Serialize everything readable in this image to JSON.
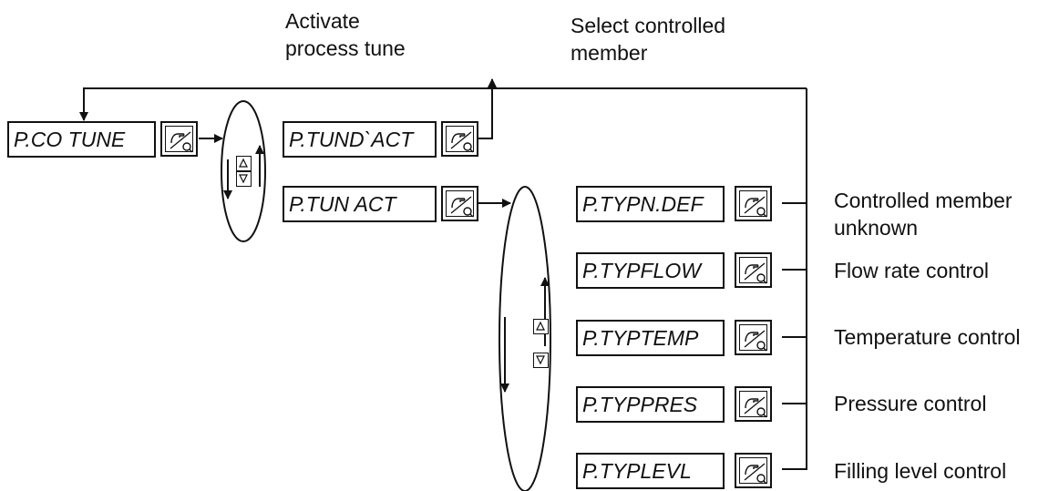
{
  "headings": {
    "activate": [
      "Activate",
      "process tune"
    ],
    "select": [
      "Select controlled",
      "member"
    ]
  },
  "displays": {
    "main": "P.CO TUNE",
    "tune_deact": "P.TUND`ACT",
    "tune_act": "P.TUN ACT",
    "types": [
      "P.TYPN.DEF",
      "P.TYPFLOW",
      "P.TYPTEMP",
      "P.TYPPRES",
      "P.TYPLEVL"
    ]
  },
  "descriptions": {
    "n_def": [
      "Controlled member",
      "unknown"
    ],
    "flow": "Flow rate control",
    "temp": "Temperature control",
    "pres": "Pressure control",
    "levl": "Filling level control"
  },
  "icons": {
    "enter_key": "hand-key-icon",
    "selector": "up-down-arrow-icon"
  }
}
